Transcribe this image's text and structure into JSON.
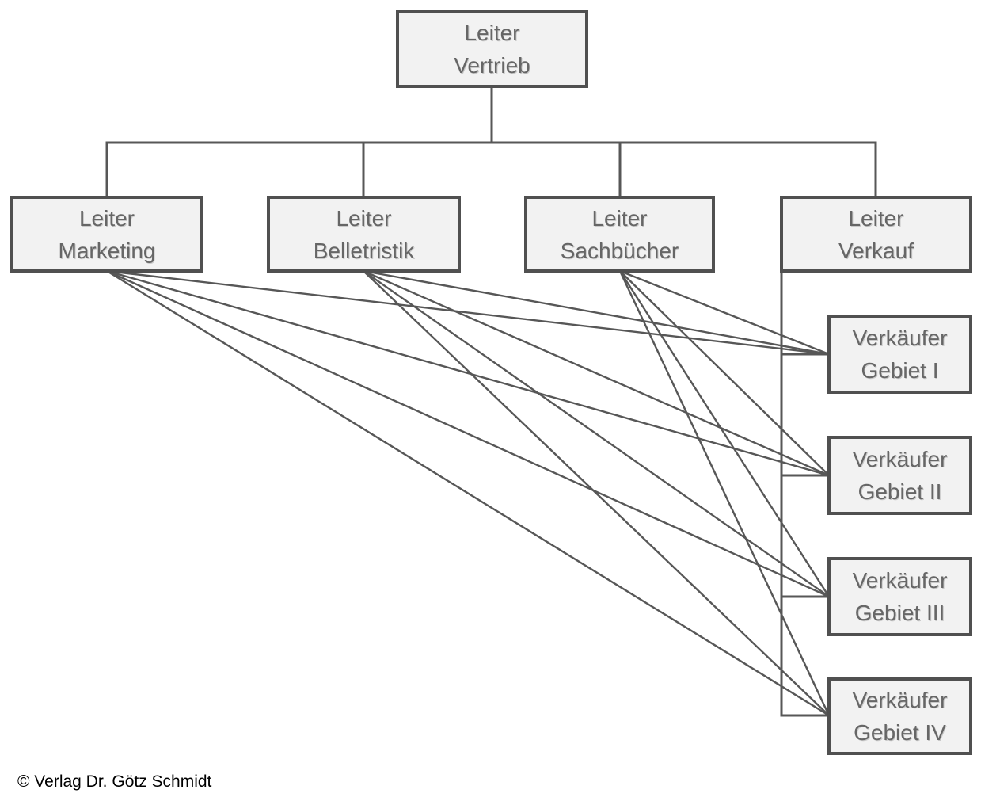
{
  "diagram": {
    "type": "org-chart-matrix",
    "nodes": {
      "vertrieb": {
        "line1": "Leiter",
        "line2": "Vertrieb"
      },
      "marketing": {
        "line1": "Leiter",
        "line2": "Marketing"
      },
      "belletristik": {
        "line1": "Leiter",
        "line2": "Belletristik"
      },
      "sachbuecher": {
        "line1": "Leiter",
        "line2": "Sachbücher"
      },
      "verkauf": {
        "line1": "Leiter",
        "line2": "Verkauf"
      },
      "gebiet_i": {
        "line1": "Verkäufer",
        "line2": "Gebiet I"
      },
      "gebiet_ii": {
        "line1": "Verkäufer",
        "line2": "Gebiet II"
      },
      "gebiet_iii": {
        "line1": "Verkäufer",
        "line2": "Gebiet III"
      },
      "gebiet_iv": {
        "line1": "Verkäufer",
        "line2": "Gebiet IV"
      }
    },
    "hierarchy_edges": [
      {
        "from": "vertrieb",
        "to": "marketing"
      },
      {
        "from": "vertrieb",
        "to": "belletristik"
      },
      {
        "from": "vertrieb",
        "to": "sachbuecher"
      },
      {
        "from": "vertrieb",
        "to": "verkauf"
      },
      {
        "from": "verkauf",
        "to": "gebiet_i"
      },
      {
        "from": "verkauf",
        "to": "gebiet_ii"
      },
      {
        "from": "verkauf",
        "to": "gebiet_iii"
      },
      {
        "from": "verkauf",
        "to": "gebiet_iv"
      }
    ],
    "matrix_edges": [
      {
        "from": "marketing",
        "to": "gebiet_i"
      },
      {
        "from": "marketing",
        "to": "gebiet_ii"
      },
      {
        "from": "marketing",
        "to": "gebiet_iii"
      },
      {
        "from": "marketing",
        "to": "gebiet_iv"
      },
      {
        "from": "belletristik",
        "to": "gebiet_i"
      },
      {
        "from": "belletristik",
        "to": "gebiet_ii"
      },
      {
        "from": "belletristik",
        "to": "gebiet_iii"
      },
      {
        "from": "belletristik",
        "to": "gebiet_iv"
      },
      {
        "from": "sachbuecher",
        "to": "gebiet_i"
      },
      {
        "from": "sachbuecher",
        "to": "gebiet_ii"
      },
      {
        "from": "sachbuecher",
        "to": "gebiet_iii"
      },
      {
        "from": "sachbuecher",
        "to": "gebiet_iv"
      }
    ]
  },
  "footer": {
    "copyright": "© Verlag Dr. Götz Schmidt"
  },
  "colors": {
    "box-fill": "#f2f2f2",
    "box-border": "#505050",
    "box-text": "#666666",
    "line": "#575757",
    "copyright-text": "#000000"
  }
}
